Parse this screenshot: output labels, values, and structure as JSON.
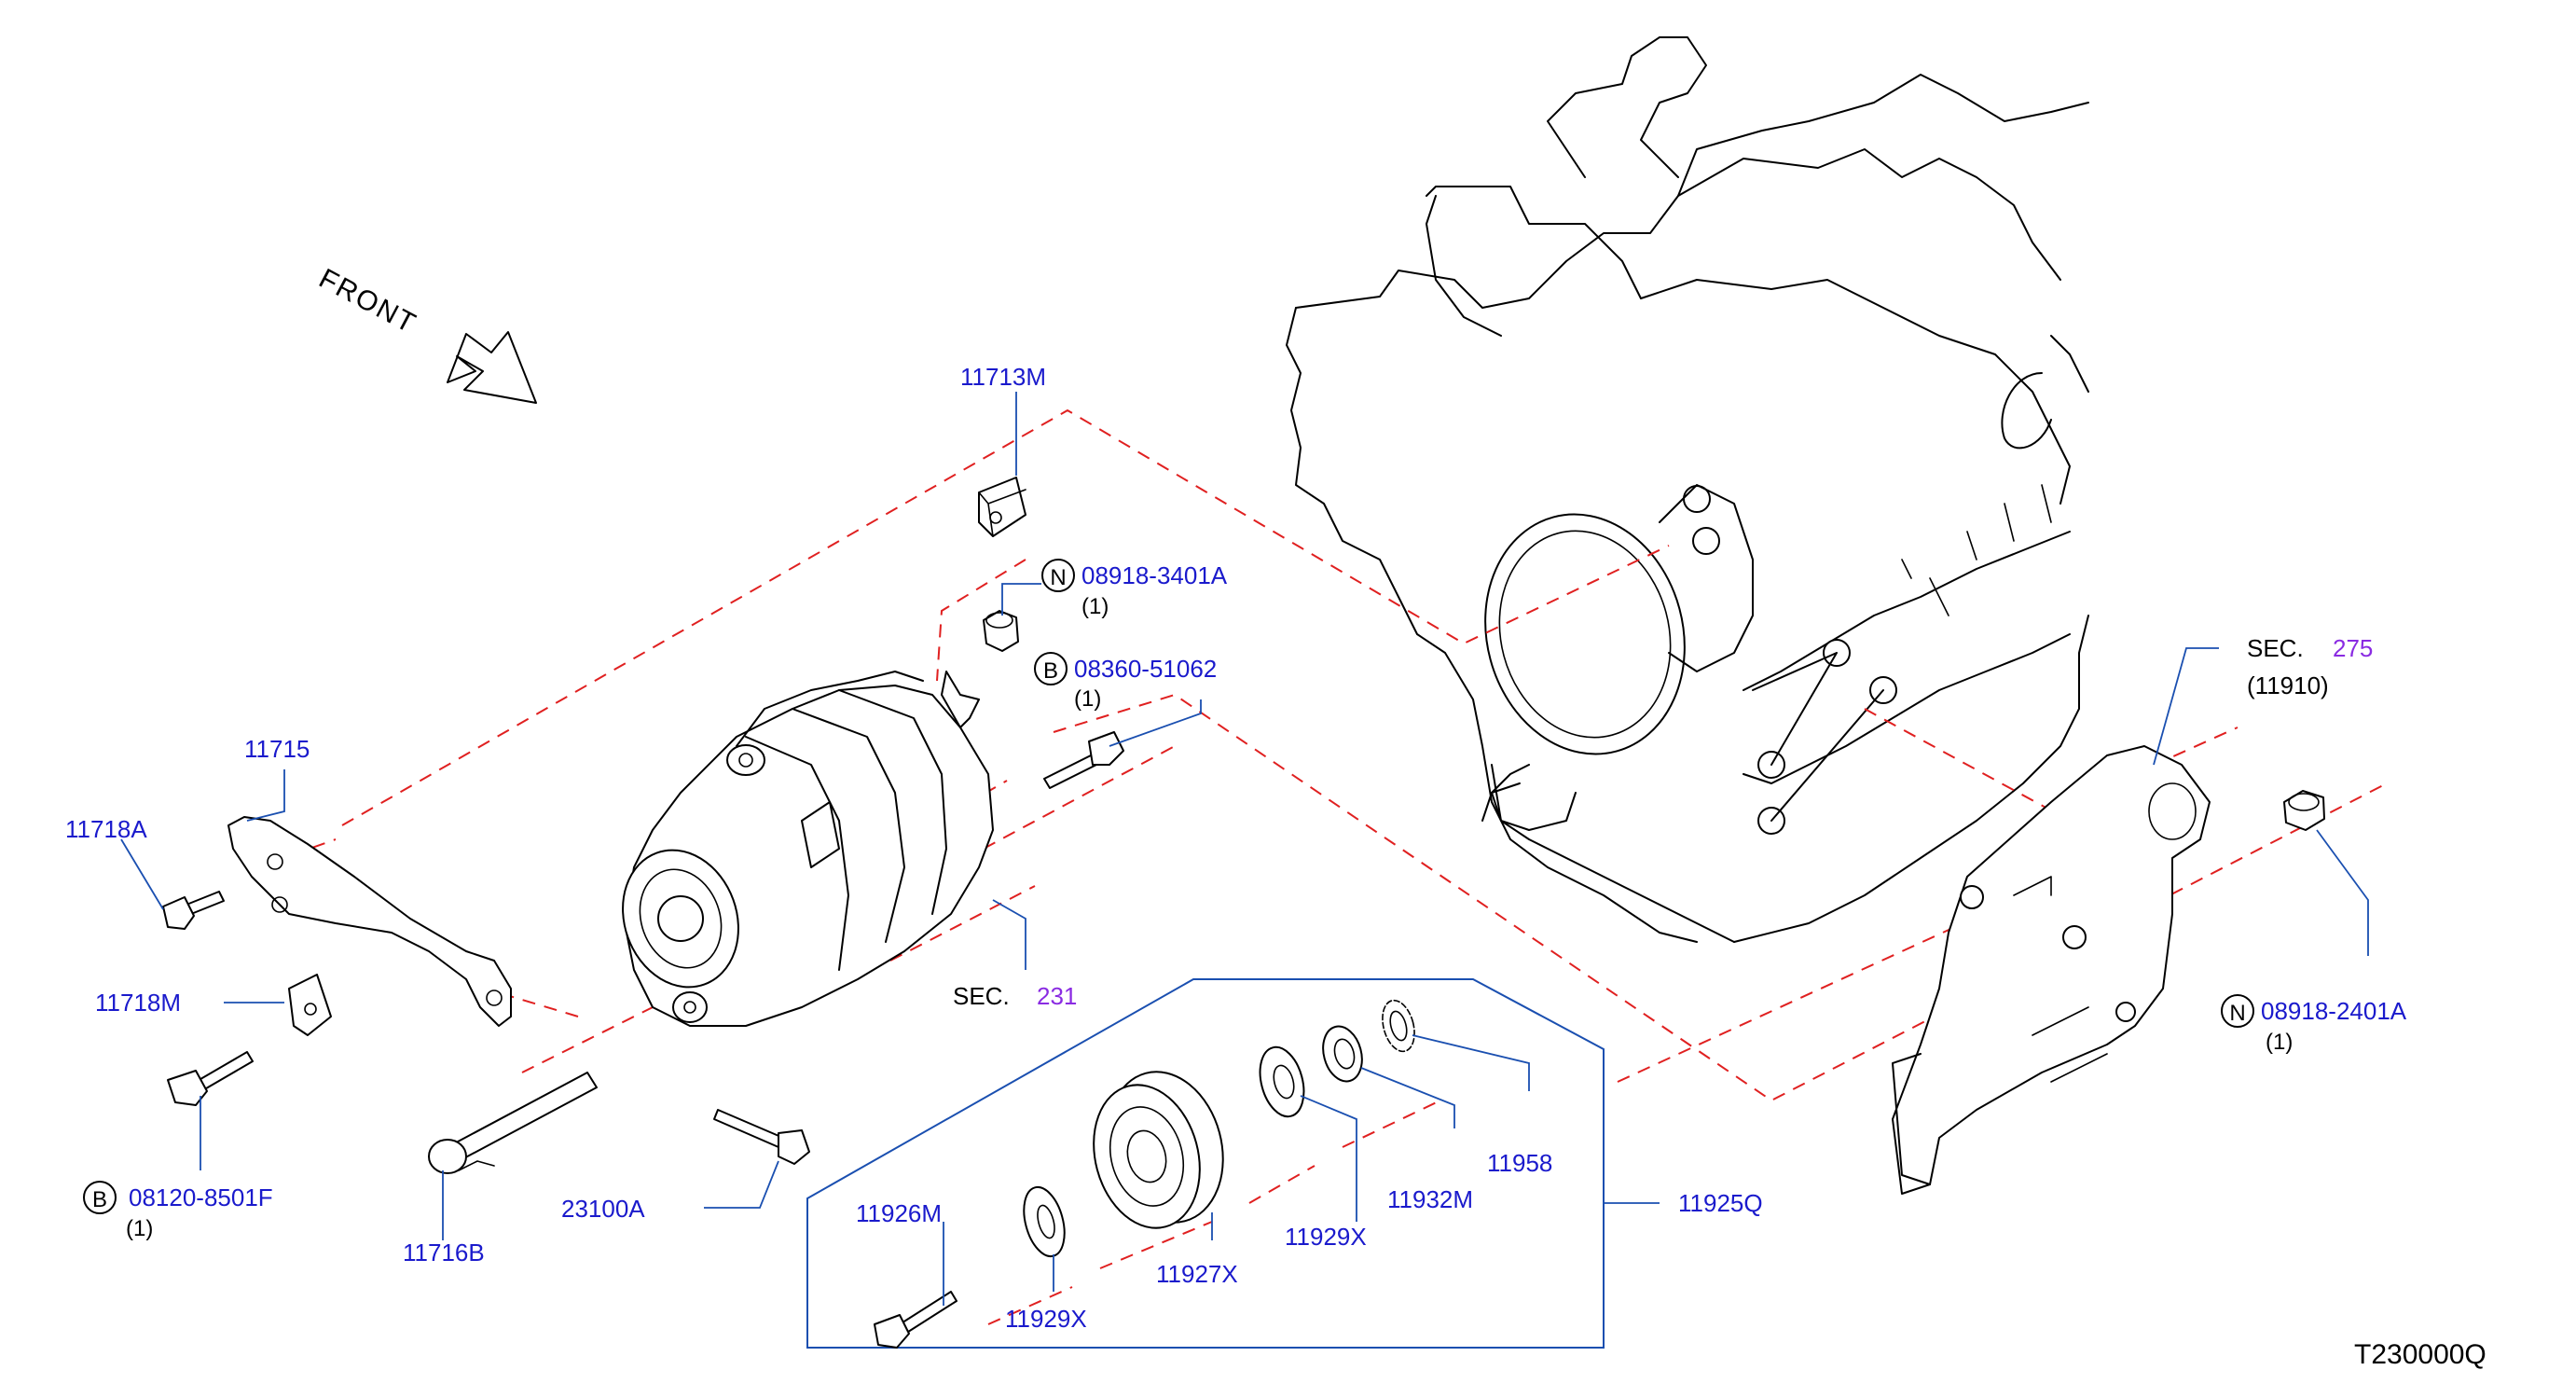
{
  "diagram": {
    "front_label": "FRONT",
    "sheet_code": "T230000Q",
    "colors": {
      "part_number": "#1a1acc",
      "section_number": "#8a2be2",
      "leader": "#1a4fb0",
      "alignment_dash": "#e02020",
      "text": "#000000"
    },
    "parts": {
      "p11713M": "11713M",
      "p08918_3401A": "08918-3401A",
      "p08918_3401A_qty": "(1)",
      "p08360_51062": "08360-51062",
      "p08360_51062_qty": "(1)",
      "p11715": "11715",
      "p11718A": "11718A",
      "p11718M": "11718M",
      "p08120_8501F": "08120-8501F",
      "p08120_8501F_qty": "(1)",
      "p11716B": "11716B",
      "p23100A": "23100A",
      "p11926M": "11926M",
      "p11929X_a": "11929X",
      "p11929X_b": "11929X",
      "p11927X": "11927X",
      "p11932M": "11932M",
      "p11958": "11958",
      "p11925Q": "11925Q",
      "p08918_2401A": "08918-2401A",
      "p08918_2401A_qty": "(1)",
      "p11910": "(11910)"
    },
    "prefixes": {
      "N": "N",
      "B": "B"
    },
    "sections": {
      "sec_prefix": "SEC.",
      "sec231": "231",
      "sec275": "275"
    }
  }
}
